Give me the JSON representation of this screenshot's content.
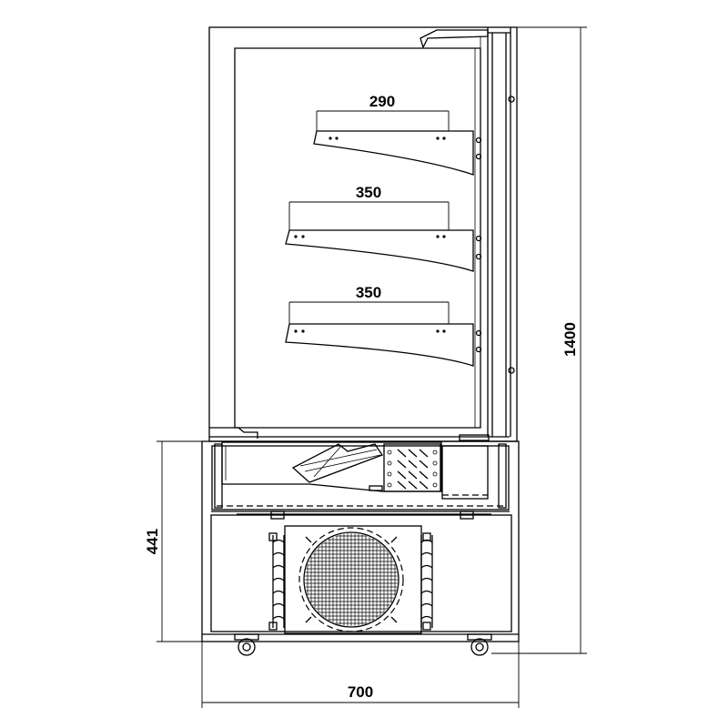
{
  "dimensions": {
    "top_shelf_depth": "290",
    "middle_shelf_depth": "350",
    "bottom_shelf_depth": "350",
    "total_height": "1400",
    "base_height": "441",
    "total_width": "700"
  }
}
